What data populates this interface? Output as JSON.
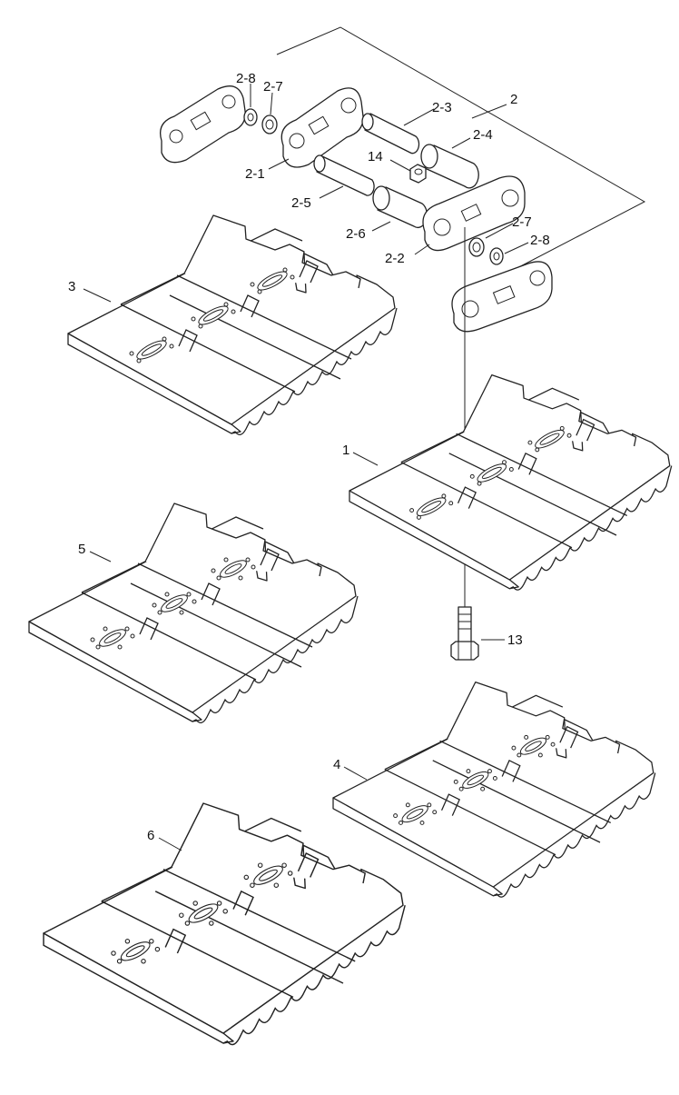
{
  "diagram": {
    "callouts": [
      {
        "id": "c2",
        "text": "2"
      },
      {
        "id": "c2-1",
        "text": "2-1"
      },
      {
        "id": "c2-2",
        "text": "2-2"
      },
      {
        "id": "c2-3",
        "text": "2-3"
      },
      {
        "id": "c2-4",
        "text": "2-4"
      },
      {
        "id": "c2-5",
        "text": "2-5"
      },
      {
        "id": "c2-6",
        "text": "2-6"
      },
      {
        "id": "c2-7a",
        "text": "2-7"
      },
      {
        "id": "c2-7b",
        "text": "2-7"
      },
      {
        "id": "c2-8a",
        "text": "2-8"
      },
      {
        "id": "c2-8b",
        "text": "2-8"
      },
      {
        "id": "c14",
        "text": "14"
      },
      {
        "id": "c13",
        "text": "13"
      },
      {
        "id": "c1",
        "text": "1"
      },
      {
        "id": "c3",
        "text": "3"
      },
      {
        "id": "c4",
        "text": "4"
      },
      {
        "id": "c5",
        "text": "5"
      },
      {
        "id": "c6",
        "text": "6"
      }
    ]
  }
}
